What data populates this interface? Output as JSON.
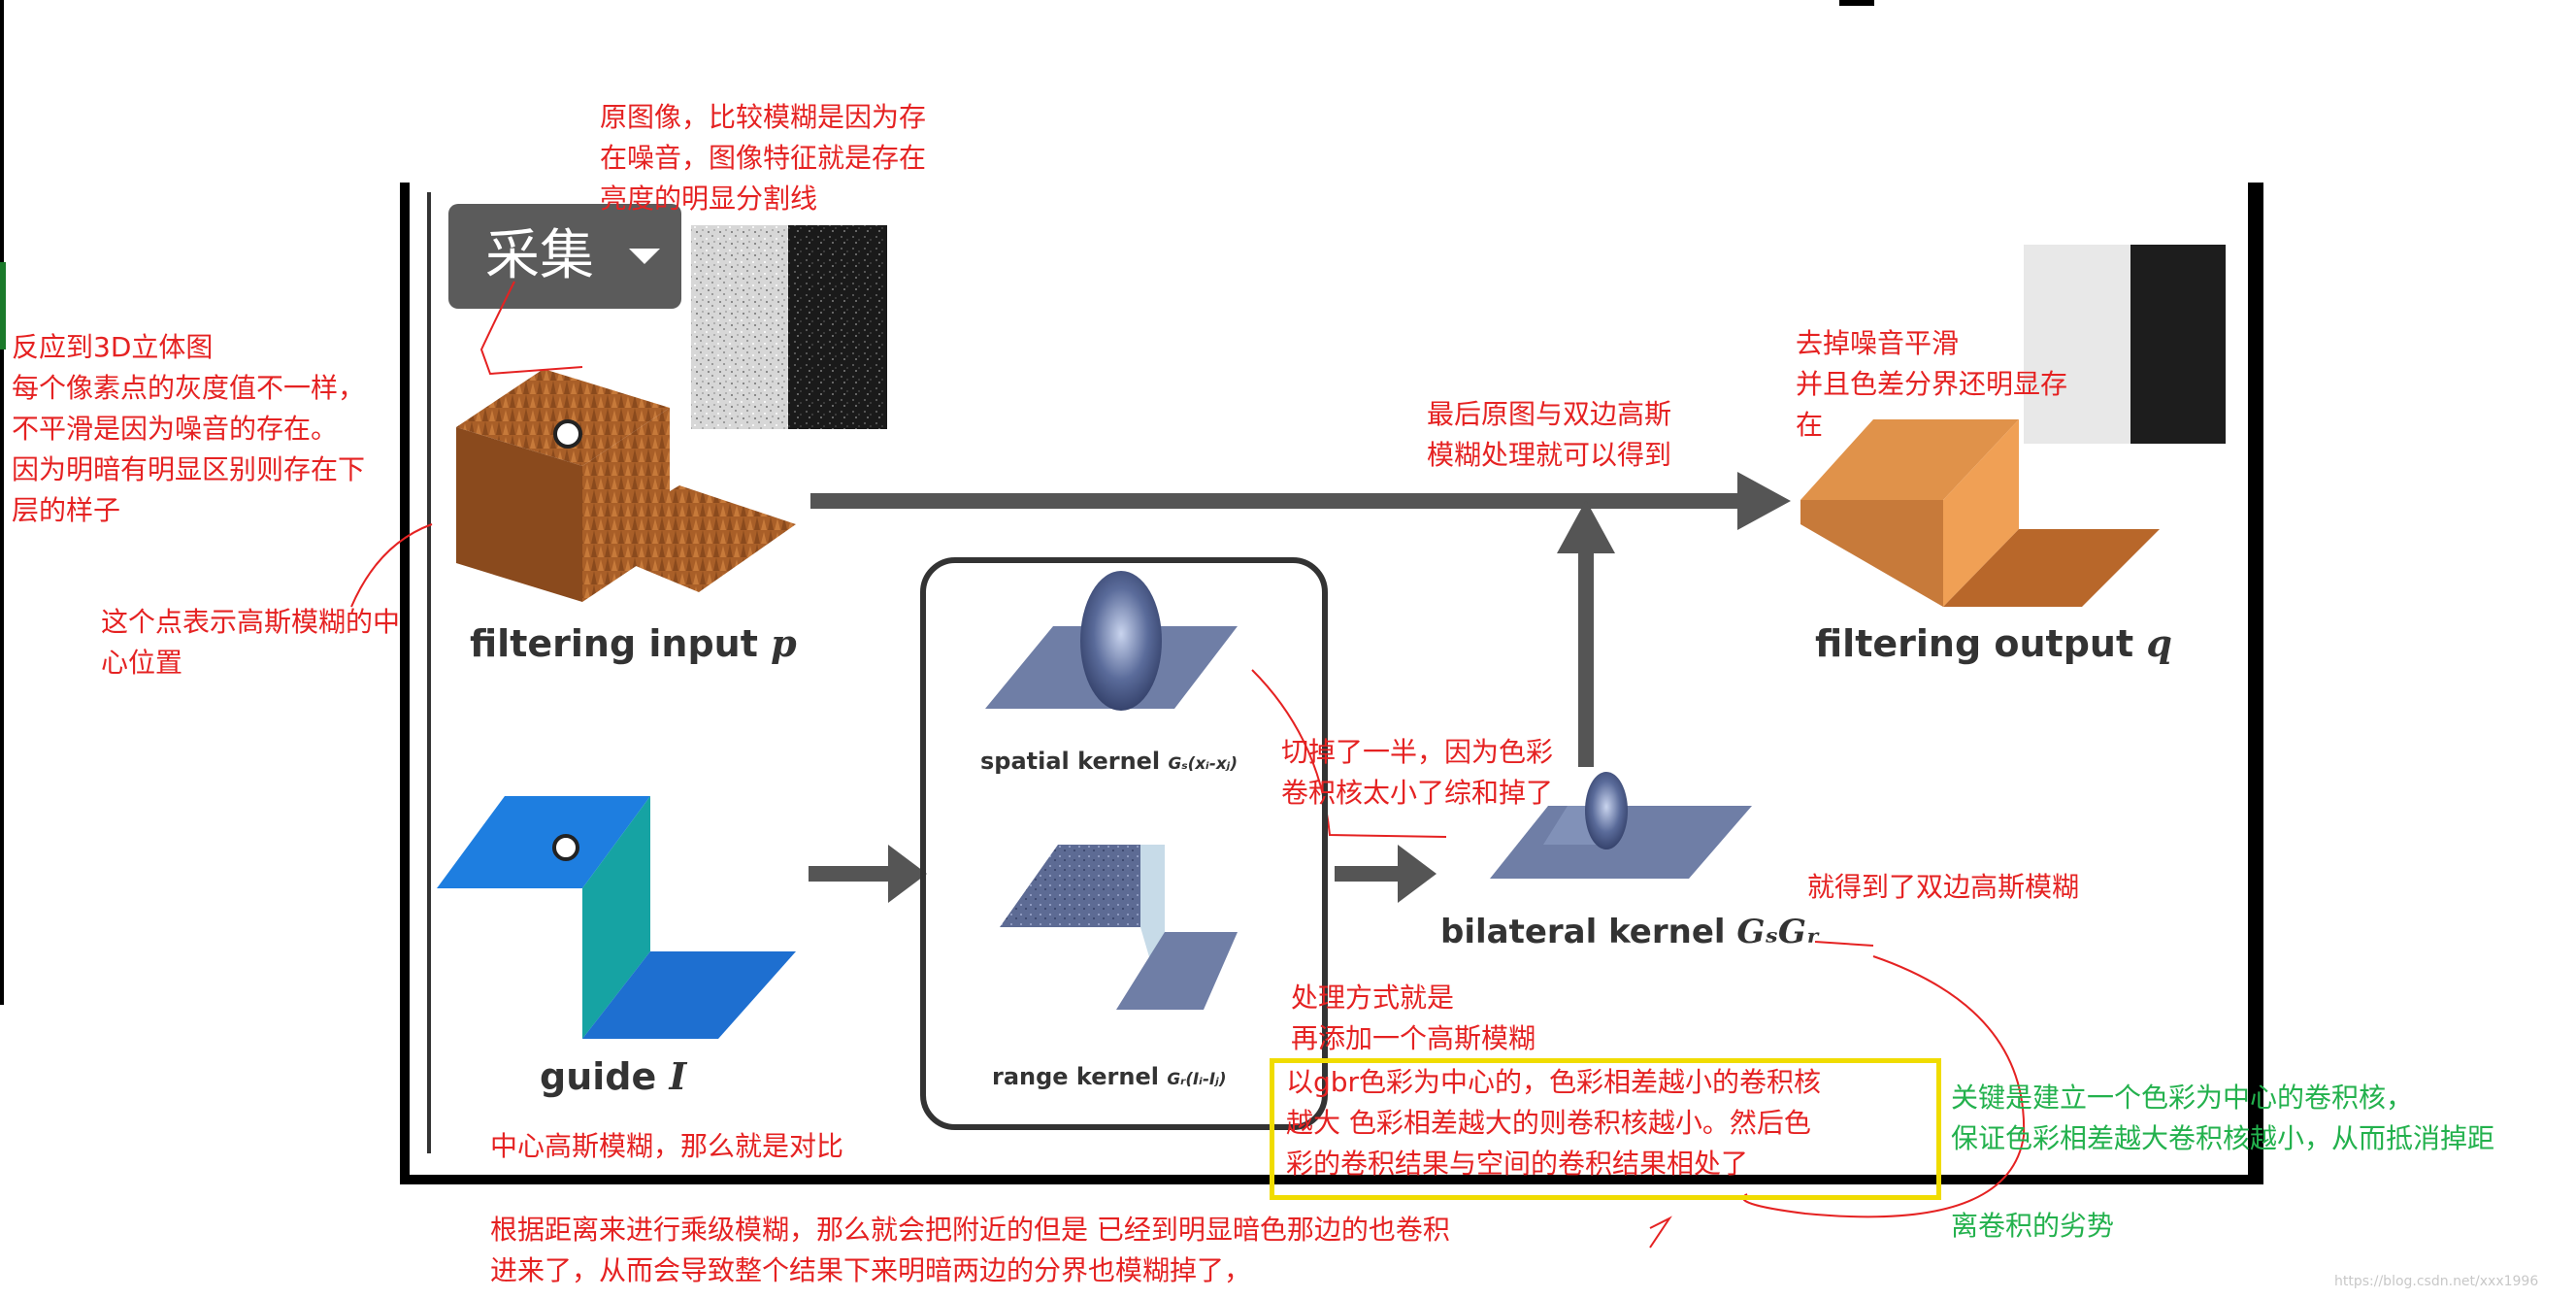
{
  "ui": {
    "dropdown_label": "采集"
  },
  "labels": {
    "filtering_input": "filtering input",
    "filtering_input_var": "p",
    "filtering_output": "filtering output",
    "filtering_output_var": "q",
    "guide": "guide",
    "guide_var": "I",
    "spatial_kernel": "spatial kernel",
    "spatial_kernel_sym": "Gₛ(xᵢ-xⱼ)",
    "range_kernel": "range kernel",
    "range_kernel_sym": "Gᵣ(Iᵢ-Iⱼ)",
    "bilateral_kernel": "bilateral kernel",
    "bilateral_kernel_sym": "GₛGᵣ"
  },
  "notes": {
    "original": "原图像，比较模糊是因为存\n在噪音，图像特征就是存在\n亮度的明显分割线",
    "reflect3d": "反应到3D立体图\n每个像素点的灰度值不一样，\n不平滑是因为噪音的存在。\n因为明暗有明显区别则存在下\n层的样子",
    "center_point": "这个点表示高斯模糊的中\n心位置",
    "final": "最后原图与双边高斯\n模糊处理就可以得到",
    "denoise": "去掉噪音平滑\n并且色差分界还明显存\n在",
    "cut_half": "切掉了一半，因为色彩\n卷积核太小了综和掉了",
    "got_bilateral": "就得到了双边高斯模糊",
    "method": "处理方式就是\n再添加一个高斯模糊",
    "method_box": "以gbr色彩为中心的，色彩相差越小的卷积核\n越大 色彩相差越大的则卷积核越小。然后色\n彩的卷积结果与空间的卷积结果相处了",
    "center_blur": "中心高斯模糊，那么就是对比",
    "distance_blur": "根据距离来进行乘级模糊，那么就会把附近的但是 已经到明显暗色那边的也卷积\n进来了，从而会导致整个结果下来明暗两边的分界也模糊掉了，",
    "key_green": "关键是建立一个色彩为中心的卷积核，\n保证色彩相差越大卷积核越小，从而抵消掉距",
    "key_green2": "离卷积的劣势"
  },
  "watermark": "https://blog.csdn.net/xxx1996",
  "colors": {
    "annotation_red": "#e52222",
    "annotation_green": "#23b14d",
    "highlight_box": "#f0dc00",
    "surface_orange": "#b8672a",
    "surface_blue": "#1e7ee0",
    "surface_teal": "#16a3a3",
    "kernel_slate": "#6f7ea6",
    "arrow_gray": "#555555"
  }
}
